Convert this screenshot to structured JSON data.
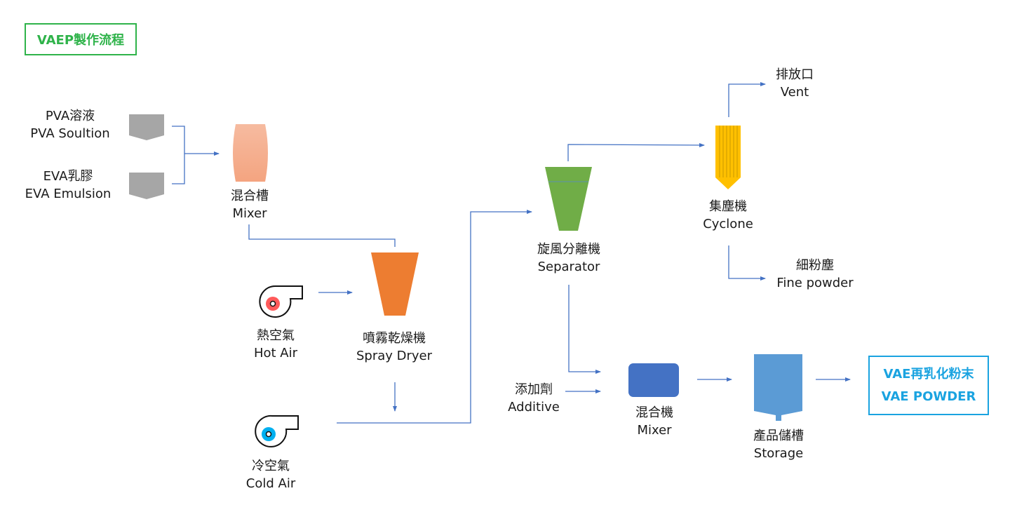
{
  "title": "VAEP製作流程",
  "colors": {
    "title_green": "#2fb34a",
    "output_blue": "#1aa3e0",
    "connector": "#4472c4",
    "raw_material": "#a6a6a6",
    "mixer_tank": "#f4a886",
    "spray_dryer": "#ed7d31",
    "separator": "#70ad47",
    "cyclone": "#ffc000",
    "mixer_machine": "#4472c4",
    "storage": "#5b9bd5",
    "hot_air_fan": "#ff5a5a",
    "cold_air_fan": "#00b0f0"
  },
  "nodes": {
    "pva": {
      "zh": "PVA溶液",
      "en": "PVA Soultion"
    },
    "eva": {
      "zh": "EVA乳膠",
      "en": "EVA Emulsion"
    },
    "mixer_tank": {
      "zh": "混合槽",
      "en": "Mixer"
    },
    "hot_air": {
      "zh": "熱空氣",
      "en": "Hot Air"
    },
    "spray_dryer": {
      "zh": "噴霧乾燥機",
      "en": "Spray Dryer"
    },
    "cold_air": {
      "zh": "冷空氣",
      "en": "Cold Air"
    },
    "separator": {
      "zh": "旋風分離機",
      "en": "Separator"
    },
    "vent": {
      "zh": "排放口",
      "en": "Vent"
    },
    "cyclone": {
      "zh": "集塵機",
      "en": "Cyclone"
    },
    "fine_powder": {
      "zh": "細粉塵",
      "en": "Fine powder"
    },
    "additive": {
      "zh": "添加劑",
      "en": "Additive"
    },
    "mixer_machine": {
      "zh": "混合機",
      "en": "Mixer"
    },
    "storage": {
      "zh": "產品儲槽",
      "en": "Storage"
    }
  },
  "output": {
    "zh": "VAE再乳化粉末",
    "en": "VAE POWDER"
  }
}
